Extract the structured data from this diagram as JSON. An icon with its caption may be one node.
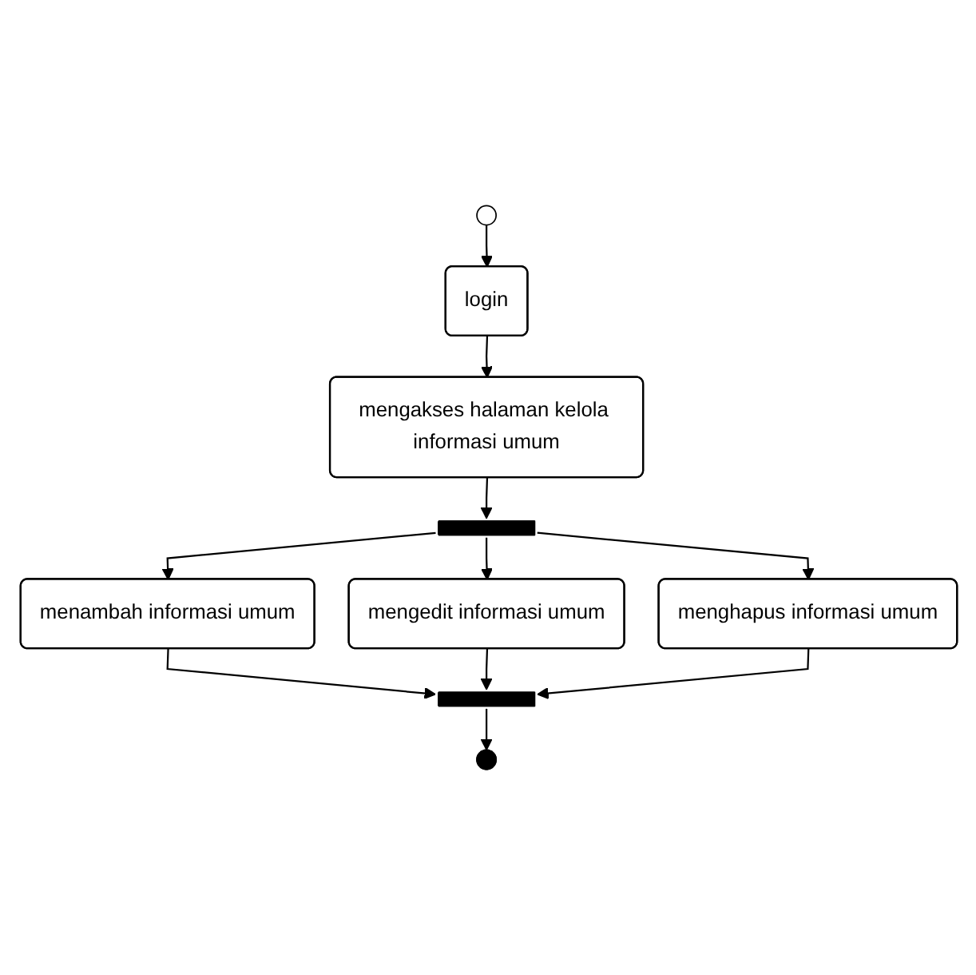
{
  "diagram": {
    "nodes": [
      {
        "text": [],
        "shape": "circle"
      },
      {
        "text": [
          "login"
        ]
      },
      {
        "text": [
          "mengakses halaman kelola informasi umum"
        ]
      },
      {
        "text": [],
        "shape": "bar"
      },
      {
        "text": [
          "menambah informasi umum"
        ]
      },
      {
        "text": [
          "mengedit informasi umum"
        ]
      },
      {
        "text": [
          "menghapus informasi umum"
        ]
      },
      {
        "text": [],
        "shape": "bar"
      },
      {
        "text": [],
        "shape": "circle"
      }
    ],
    "edges": [
      {
        "from": 0,
        "to": 1,
        "arrow": "to"
      },
      {
        "from": 1,
        "to": 2,
        "arrow": "to"
      },
      {
        "from": 2,
        "to": 3,
        "arrow": "to"
      },
      {
        "from": 3,
        "to": 4,
        "arrow": "to"
      },
      {
        "from": 3,
        "to": 5,
        "arrow": "to"
      },
      {
        "from": 3,
        "to": 6,
        "arrow": "to"
      },
      {
        "from": 4,
        "to": 7,
        "arrow": "to"
      },
      {
        "from": 5,
        "to": 7,
        "arrow": "to"
      },
      {
        "from": 6,
        "to": 7,
        "arrow": "to"
      },
      {
        "from": 7,
        "to": 8,
        "arrow": "to"
      }
    ]
  }
}
